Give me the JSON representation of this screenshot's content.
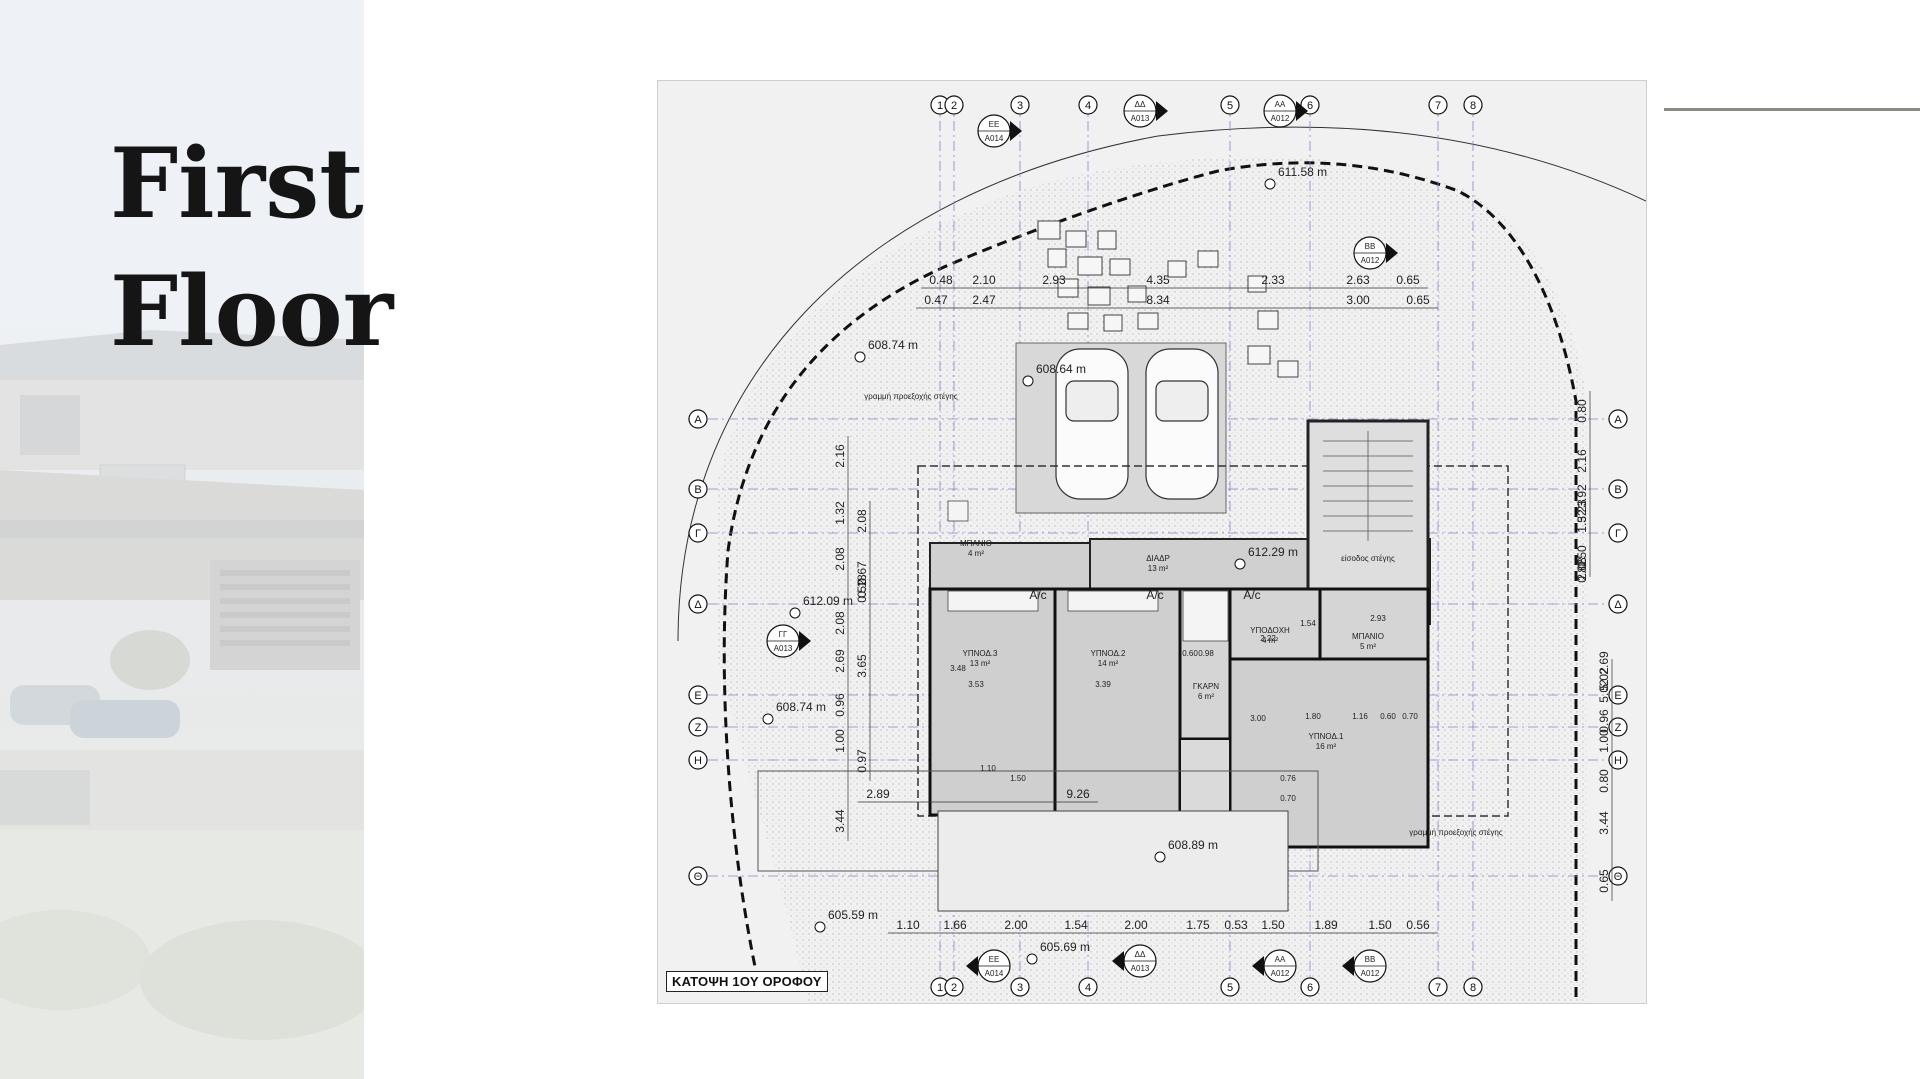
{
  "page": {
    "title_line1": "First",
    "title_line2": "Floor"
  },
  "plan": {
    "caption": "ΚΑΤΟΨΗ 1ΟΥ ΟΡΟΦΟΥ",
    "grid_columns": [
      "1",
      "2",
      "3",
      "4",
      "5",
      "6",
      "7",
      "8"
    ],
    "grid_rows": [
      "A",
      "B",
      "Γ",
      "Δ",
      "E",
      "Z",
      "H",
      "Θ"
    ],
    "section_markers": [
      {
        "label": "EE",
        "ref": "A014"
      },
      {
        "label": "ΔΔ",
        "ref": "A013"
      },
      {
        "label": "AA",
        "ref": "A012"
      },
      {
        "label": "BB",
        "ref": "A012"
      },
      {
        "label": "ΓΓ",
        "ref": "A013"
      }
    ],
    "levels": [
      "611.58 m",
      "608.74 m",
      "608.64 m",
      "612.09 m",
      "612.29 m",
      "608.74 m",
      "608.89 m",
      "605.59 m",
      "605.69 m"
    ],
    "rooms": [
      {
        "name": "ΜΠΑΝΙΟ",
        "area": "4 m²"
      },
      {
        "name": "ΔΙΑΔΡ",
        "area": "13 m²"
      },
      {
        "name": "είσοδος στέγης",
        "area": ""
      },
      {
        "name": "ΥΠΝΟΔ.3",
        "area": "13 m²"
      },
      {
        "name": "ΥΠΝΟΔ.2",
        "area": "14 m²"
      },
      {
        "name": "ΥΠΟΔΟΧΗ",
        "area": "4 m²"
      },
      {
        "name": "ΜΠΑΝΙΟ",
        "area": "5 m²"
      },
      {
        "name": "ΓΚΑΡΝ",
        "area": "6 m²"
      },
      {
        "name": "ΥΠΝΟΔ.1",
        "area": "16 m²"
      }
    ],
    "ac_label": "A/c",
    "roof_line_note": "γραμμή προεξοχής στέγης",
    "dims_top_1": [
      "0.48",
      "2.10",
      "2.93",
      "4.35",
      "2.33",
      "2.63",
      "0.65"
    ],
    "dims_top_2": [
      "0.47",
      "2.47",
      "8.34",
      "3.00",
      "0.65"
    ],
    "dims_bottom_1": [
      "2.89",
      "9.26"
    ],
    "dims_bottom_2": [
      "1.10",
      "1.66",
      "2.00",
      "1.54",
      "2.00",
      "1.75",
      "0.53",
      "1.50",
      "1.89",
      "1.50",
      "0.56"
    ],
    "dims_left": [
      "2.16",
      "1.32",
      "2.08",
      "2.08",
      "2.69",
      "0.96",
      "1.00",
      "3.44"
    ],
    "dims_left_inner": [
      "2.08",
      "0.67",
      "0.52",
      "3.65",
      "0.18",
      "0.97"
    ],
    "dims_right": [
      "0.80",
      "2.16",
      "3.92",
      "1.32",
      "5.23",
      "0.82",
      "2.08",
      "0.50",
      "5.02",
      "2.69",
      "5.02",
      "0.96",
      "1.00",
      "0.80",
      "3.44",
      "0.65"
    ],
    "dims_rooms": [
      "3.53",
      "3.39",
      "3.48",
      "0.60",
      "0.98",
      "2.22",
      "2.93",
      "1.80",
      "1.16",
      "0.60",
      "0.70",
      "1.54",
      "0.76",
      "3.00",
      "1.10",
      "0.70",
      "1.50"
    ]
  }
}
